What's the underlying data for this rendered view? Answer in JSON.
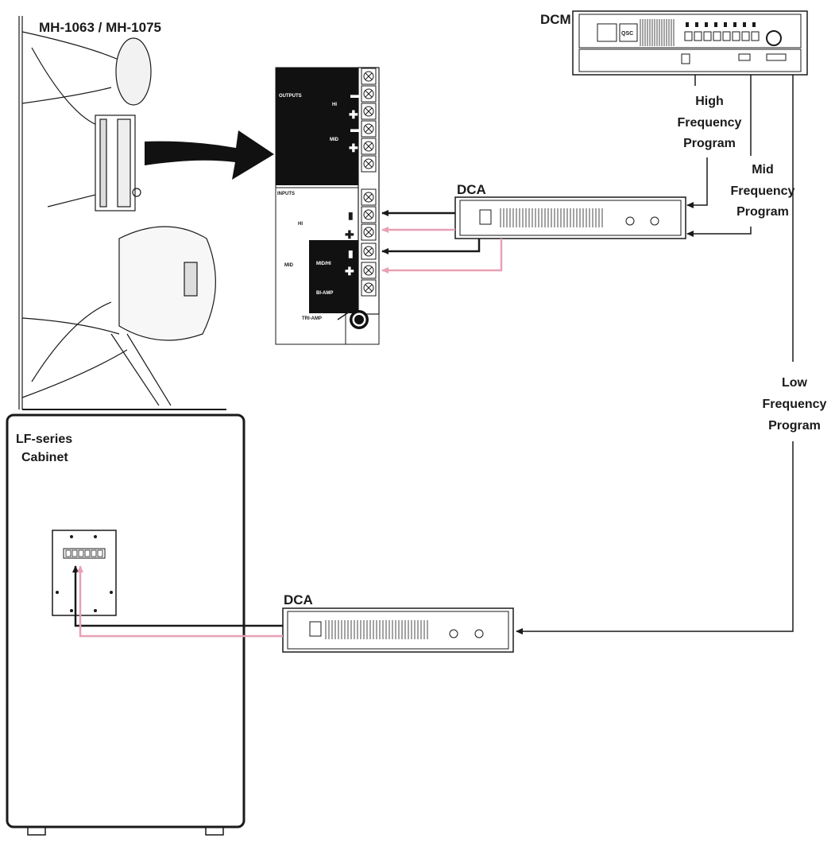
{
  "labels": {
    "speaker_model": "MH-1063 / MH-1075",
    "dcm": "DCM",
    "dca_top": "DCA",
    "dca_bottom": "DCA",
    "lf_cabinet_line1": "LF-series",
    "lf_cabinet_line2": "Cabinet",
    "high_line1": "High",
    "high_line2": "Frequency",
    "high_line3": "Program",
    "mid_line1": "Mid",
    "mid_line2": "Frequency",
    "mid_line3": "Program",
    "low_line1": "Low",
    "low_line2": "Frequency",
    "low_line3": "Program"
  },
  "panel": {
    "outputs": "OUTPUTS",
    "out_hi": "HI",
    "out_mid": "MID",
    "inputs": "INPUTS",
    "in_hi": "HI",
    "in_mid": "MID",
    "mid_hi": "MID/HI",
    "bi_amp": "BI-AMP",
    "tri_amp": "TRI-AMP"
  },
  "dcm_brand": "QSC",
  "colors": {
    "line": "#1a1a1a",
    "pink": "#e8a0b4",
    "panel_dark": "#111111",
    "background": "#ffffff"
  }
}
